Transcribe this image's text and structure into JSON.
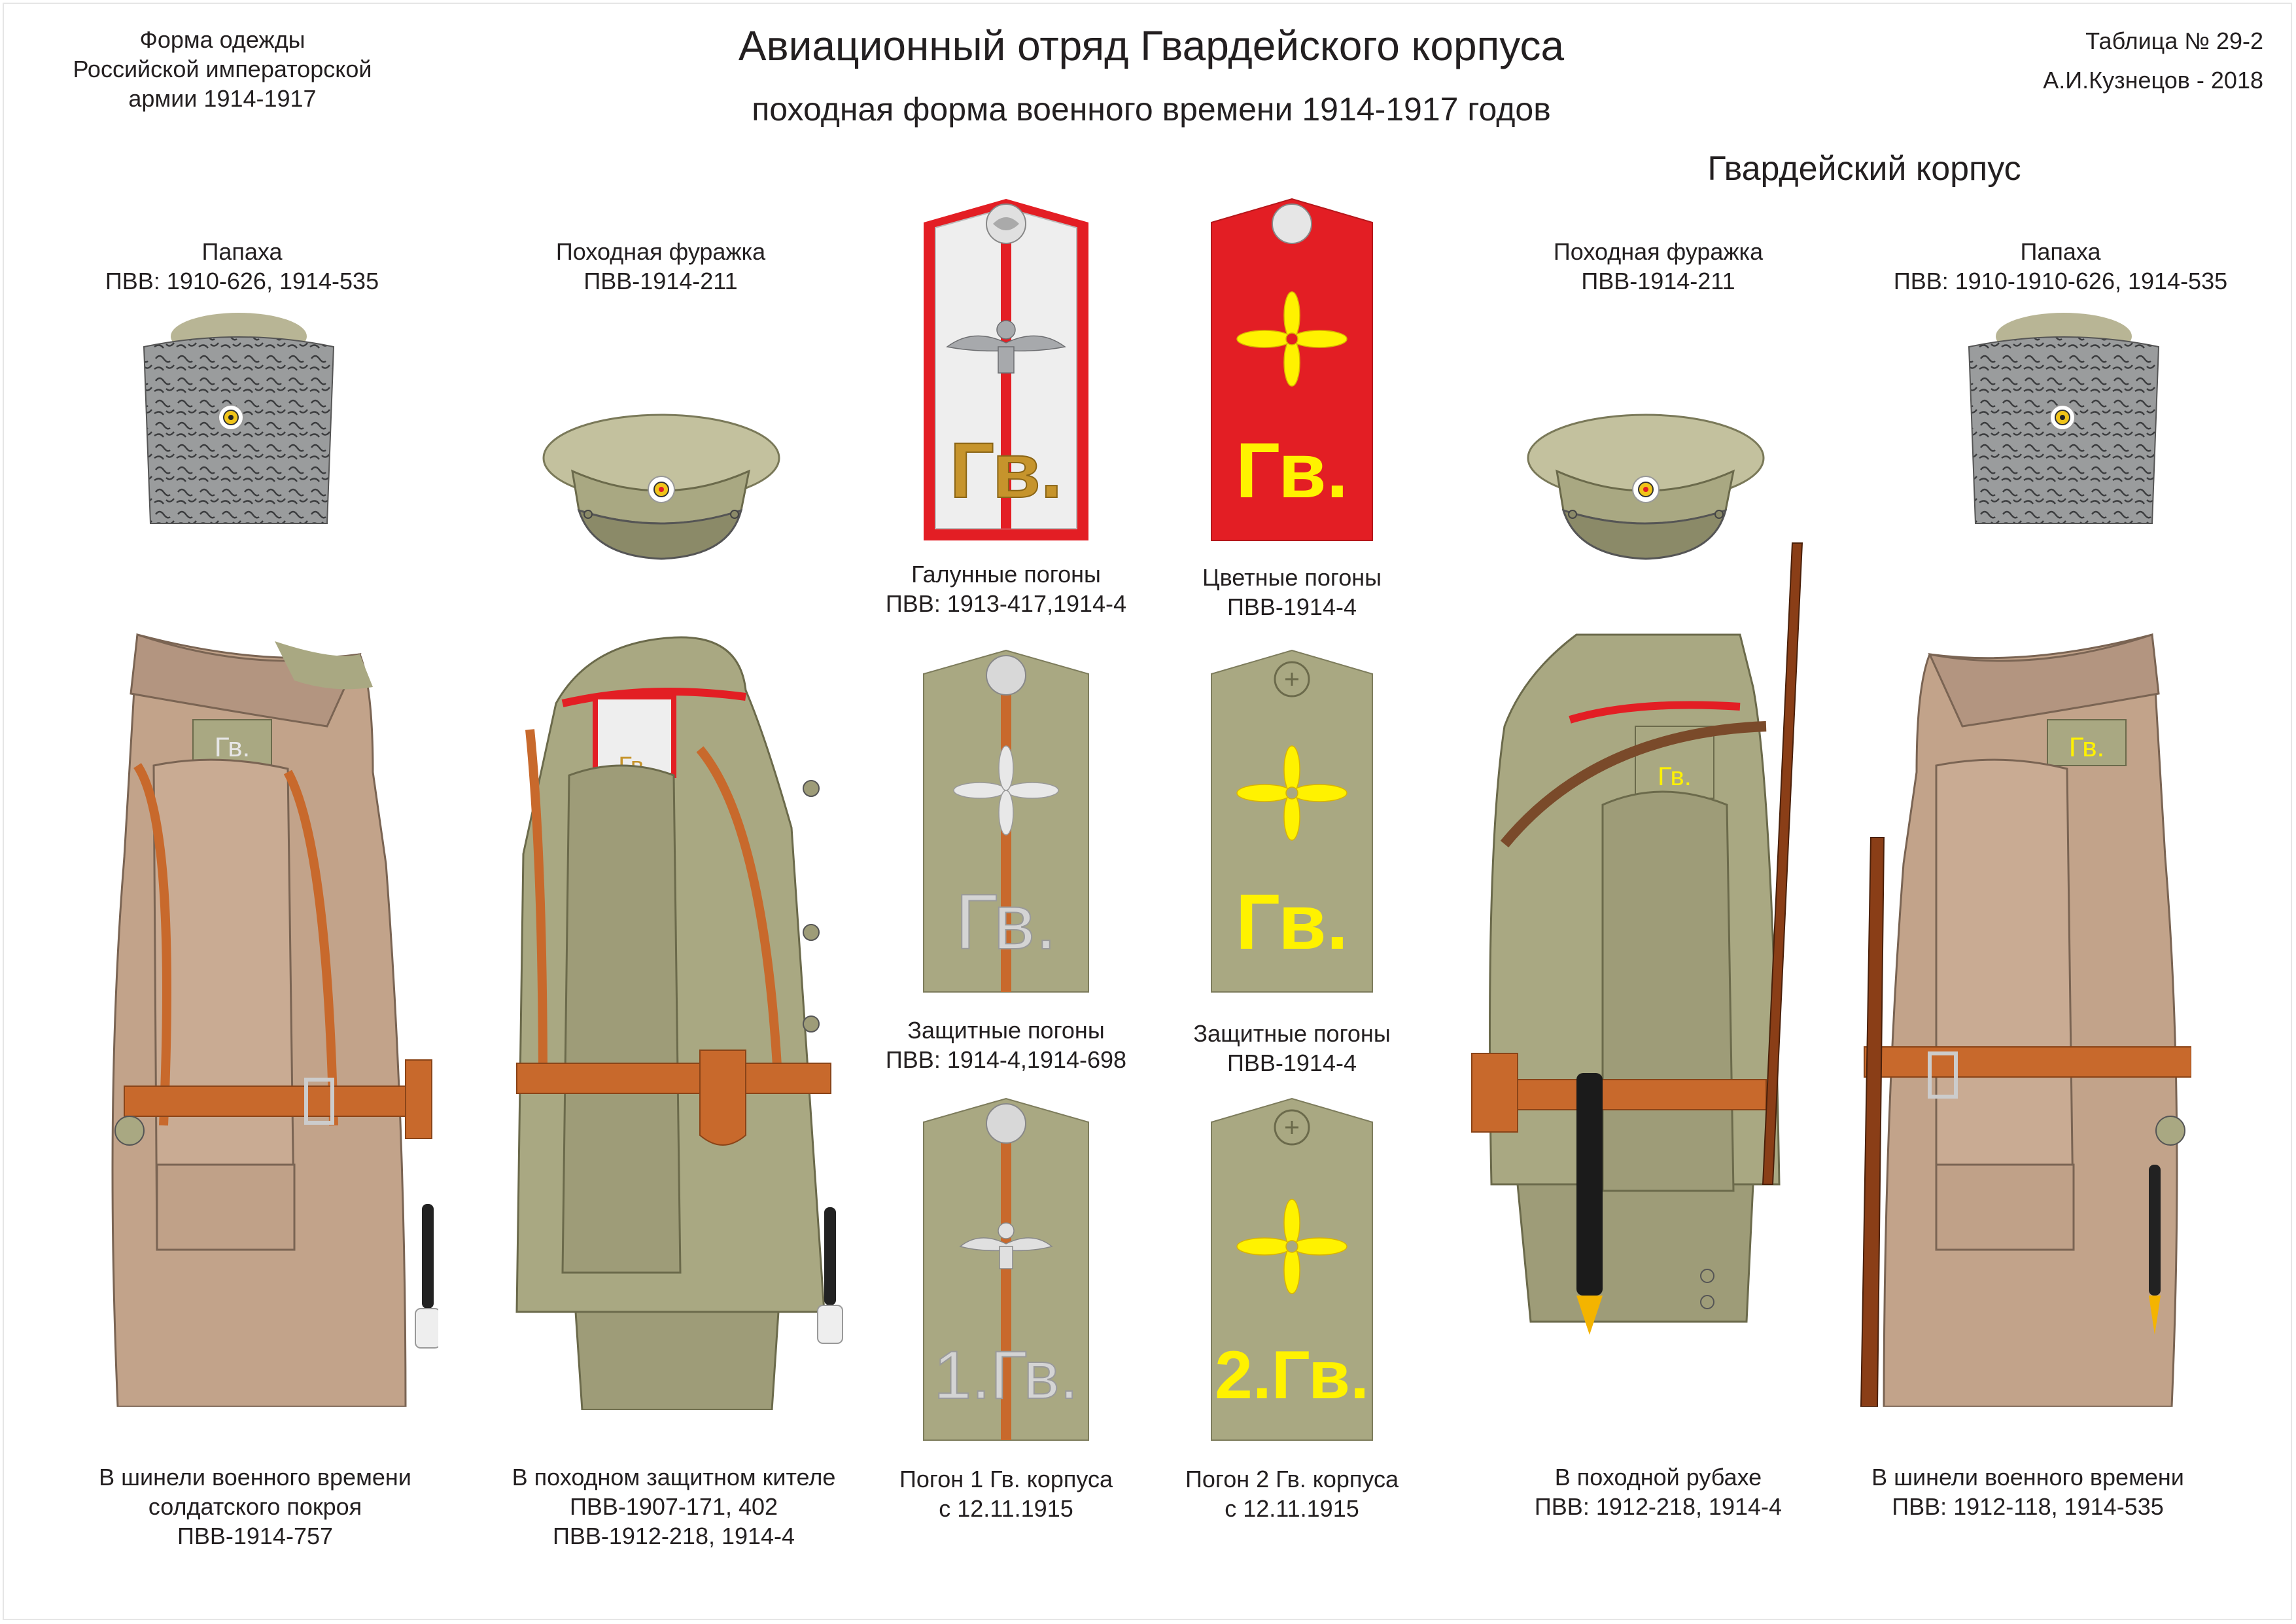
{
  "header": {
    "left_note": [
      "Форма одежды",
      "Российской императорской",
      "армии  1914-1917"
    ],
    "title": "Авиационный отряд Гвардейского корпуса",
    "subtitle": "походная форма военного времени 1914-1917 годов",
    "table_no": "Таблица № 29-2",
    "author": "А.И.Кузнецов - 2018",
    "section": "Гвардейский корпус"
  },
  "headgear": [
    {
      "name": "Папаха",
      "ref": "ПВВ: 1910-626, 1914-535"
    },
    {
      "name": "Походная фуражка",
      "ref": "ПВВ-1914-211"
    },
    {
      "name": "Походная фуражка",
      "ref": "ПВВ-1914-211"
    },
    {
      "name": "Папаха",
      "ref": "ПВВ: 1910-1910-626, 1914-535"
    }
  ],
  "straps": [
    {
      "name": "Галунные погоны",
      "ref": "ПВВ: 1913-417,1914-4",
      "cipher": "Гв."
    },
    {
      "name": "Цветные погоны",
      "ref": "ПВВ-1914-4",
      "cipher": "Гв."
    },
    {
      "name": "Защитные погоны",
      "ref": "ПВВ: 1914-4,1914-698",
      "cipher": "Гв."
    },
    {
      "name": "Защитные  погоны",
      "ref": "ПВВ-1914-4",
      "cipher": "Гв."
    },
    {
      "name": "Погон 1 Гв. корпуса",
      "ref": "с 12.11.1915",
      "cipher": "1.Гв."
    },
    {
      "name": "Погон 2 Гв. корпуса",
      "ref": "с 12.11.1915",
      "cipher": "2.Гв."
    }
  ],
  "figures": [
    {
      "lines": [
        "В шинели военного времени",
        "солдатского покроя",
        "ПВВ-1914-757"
      ],
      "epaulette": "Гв."
    },
    {
      "lines": [
        "В походном защитном кителе",
        "ПВВ-1907-171, 402",
        "ПВВ-1912-218, 1914-4"
      ],
      "epaulette": "Гв."
    },
    {
      "lines": [
        "В походной рубахе",
        "ПВВ: 1912-218, 1914-4"
      ],
      "epaulette": "Гв."
    },
    {
      "lines": [
        "В шинели военного времени",
        "ПВВ: 1912-118, 1914-535"
      ],
      "epaulette": "Гв."
    }
  ],
  "colors": {
    "khaki": "#a9a882",
    "greatcoat": "#c2a38a",
    "leather": "#c8692c",
    "red": "#e31e24",
    "yellow": "#fff200",
    "papakha": "#8d8f90",
    "gold": "#c6942c",
    "silver": "#c8c8c8"
  }
}
